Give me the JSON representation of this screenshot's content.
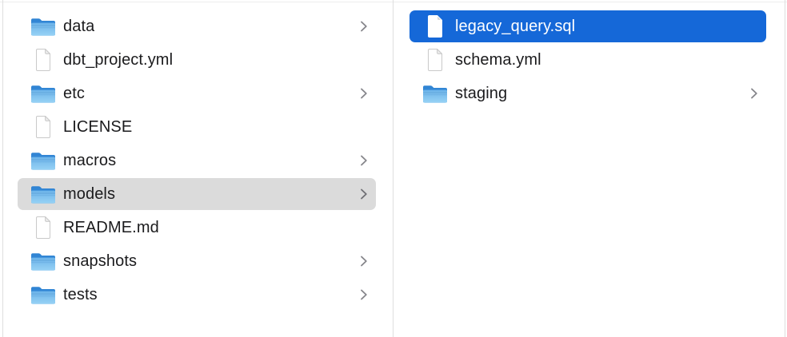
{
  "colors": {
    "selection_blue": "#1568d8",
    "selection_gray": "#dbdbdb",
    "folder_blue": "#4f9fe0",
    "text": "#1b1b1d",
    "selected_text": "#ffffff",
    "divider": "#dedede"
  },
  "columns": [
    {
      "name": "left",
      "items": [
        {
          "label": "data",
          "type": "folder",
          "icon": "folder-icon",
          "chevron": true,
          "selected": "none"
        },
        {
          "label": "dbt_project.yml",
          "type": "file",
          "icon": "document-icon",
          "chevron": false,
          "selected": "none"
        },
        {
          "label": "etc",
          "type": "folder",
          "icon": "folder-icon",
          "chevron": true,
          "selected": "none"
        },
        {
          "label": "LICENSE",
          "type": "file",
          "icon": "document-icon",
          "chevron": false,
          "selected": "none"
        },
        {
          "label": "macros",
          "type": "folder",
          "icon": "folder-icon",
          "chevron": true,
          "selected": "none"
        },
        {
          "label": "models",
          "type": "folder",
          "icon": "folder-icon",
          "chevron": true,
          "selected": "gray"
        },
        {
          "label": "README.md",
          "type": "file",
          "icon": "document-icon",
          "chevron": false,
          "selected": "none"
        },
        {
          "label": "snapshots",
          "type": "folder",
          "icon": "folder-icon",
          "chevron": true,
          "selected": "none"
        },
        {
          "label": "tests",
          "type": "folder",
          "icon": "folder-icon",
          "chevron": true,
          "selected": "none"
        }
      ]
    },
    {
      "name": "right",
      "items": [
        {
          "label": "legacy_query.sql",
          "type": "file",
          "icon": "document-icon",
          "chevron": false,
          "selected": "blue"
        },
        {
          "label": "schema.yml",
          "type": "file",
          "icon": "document-icon",
          "chevron": false,
          "selected": "none"
        },
        {
          "label": "staging",
          "type": "folder",
          "icon": "folder-icon",
          "chevron": true,
          "selected": "none"
        }
      ]
    }
  ]
}
